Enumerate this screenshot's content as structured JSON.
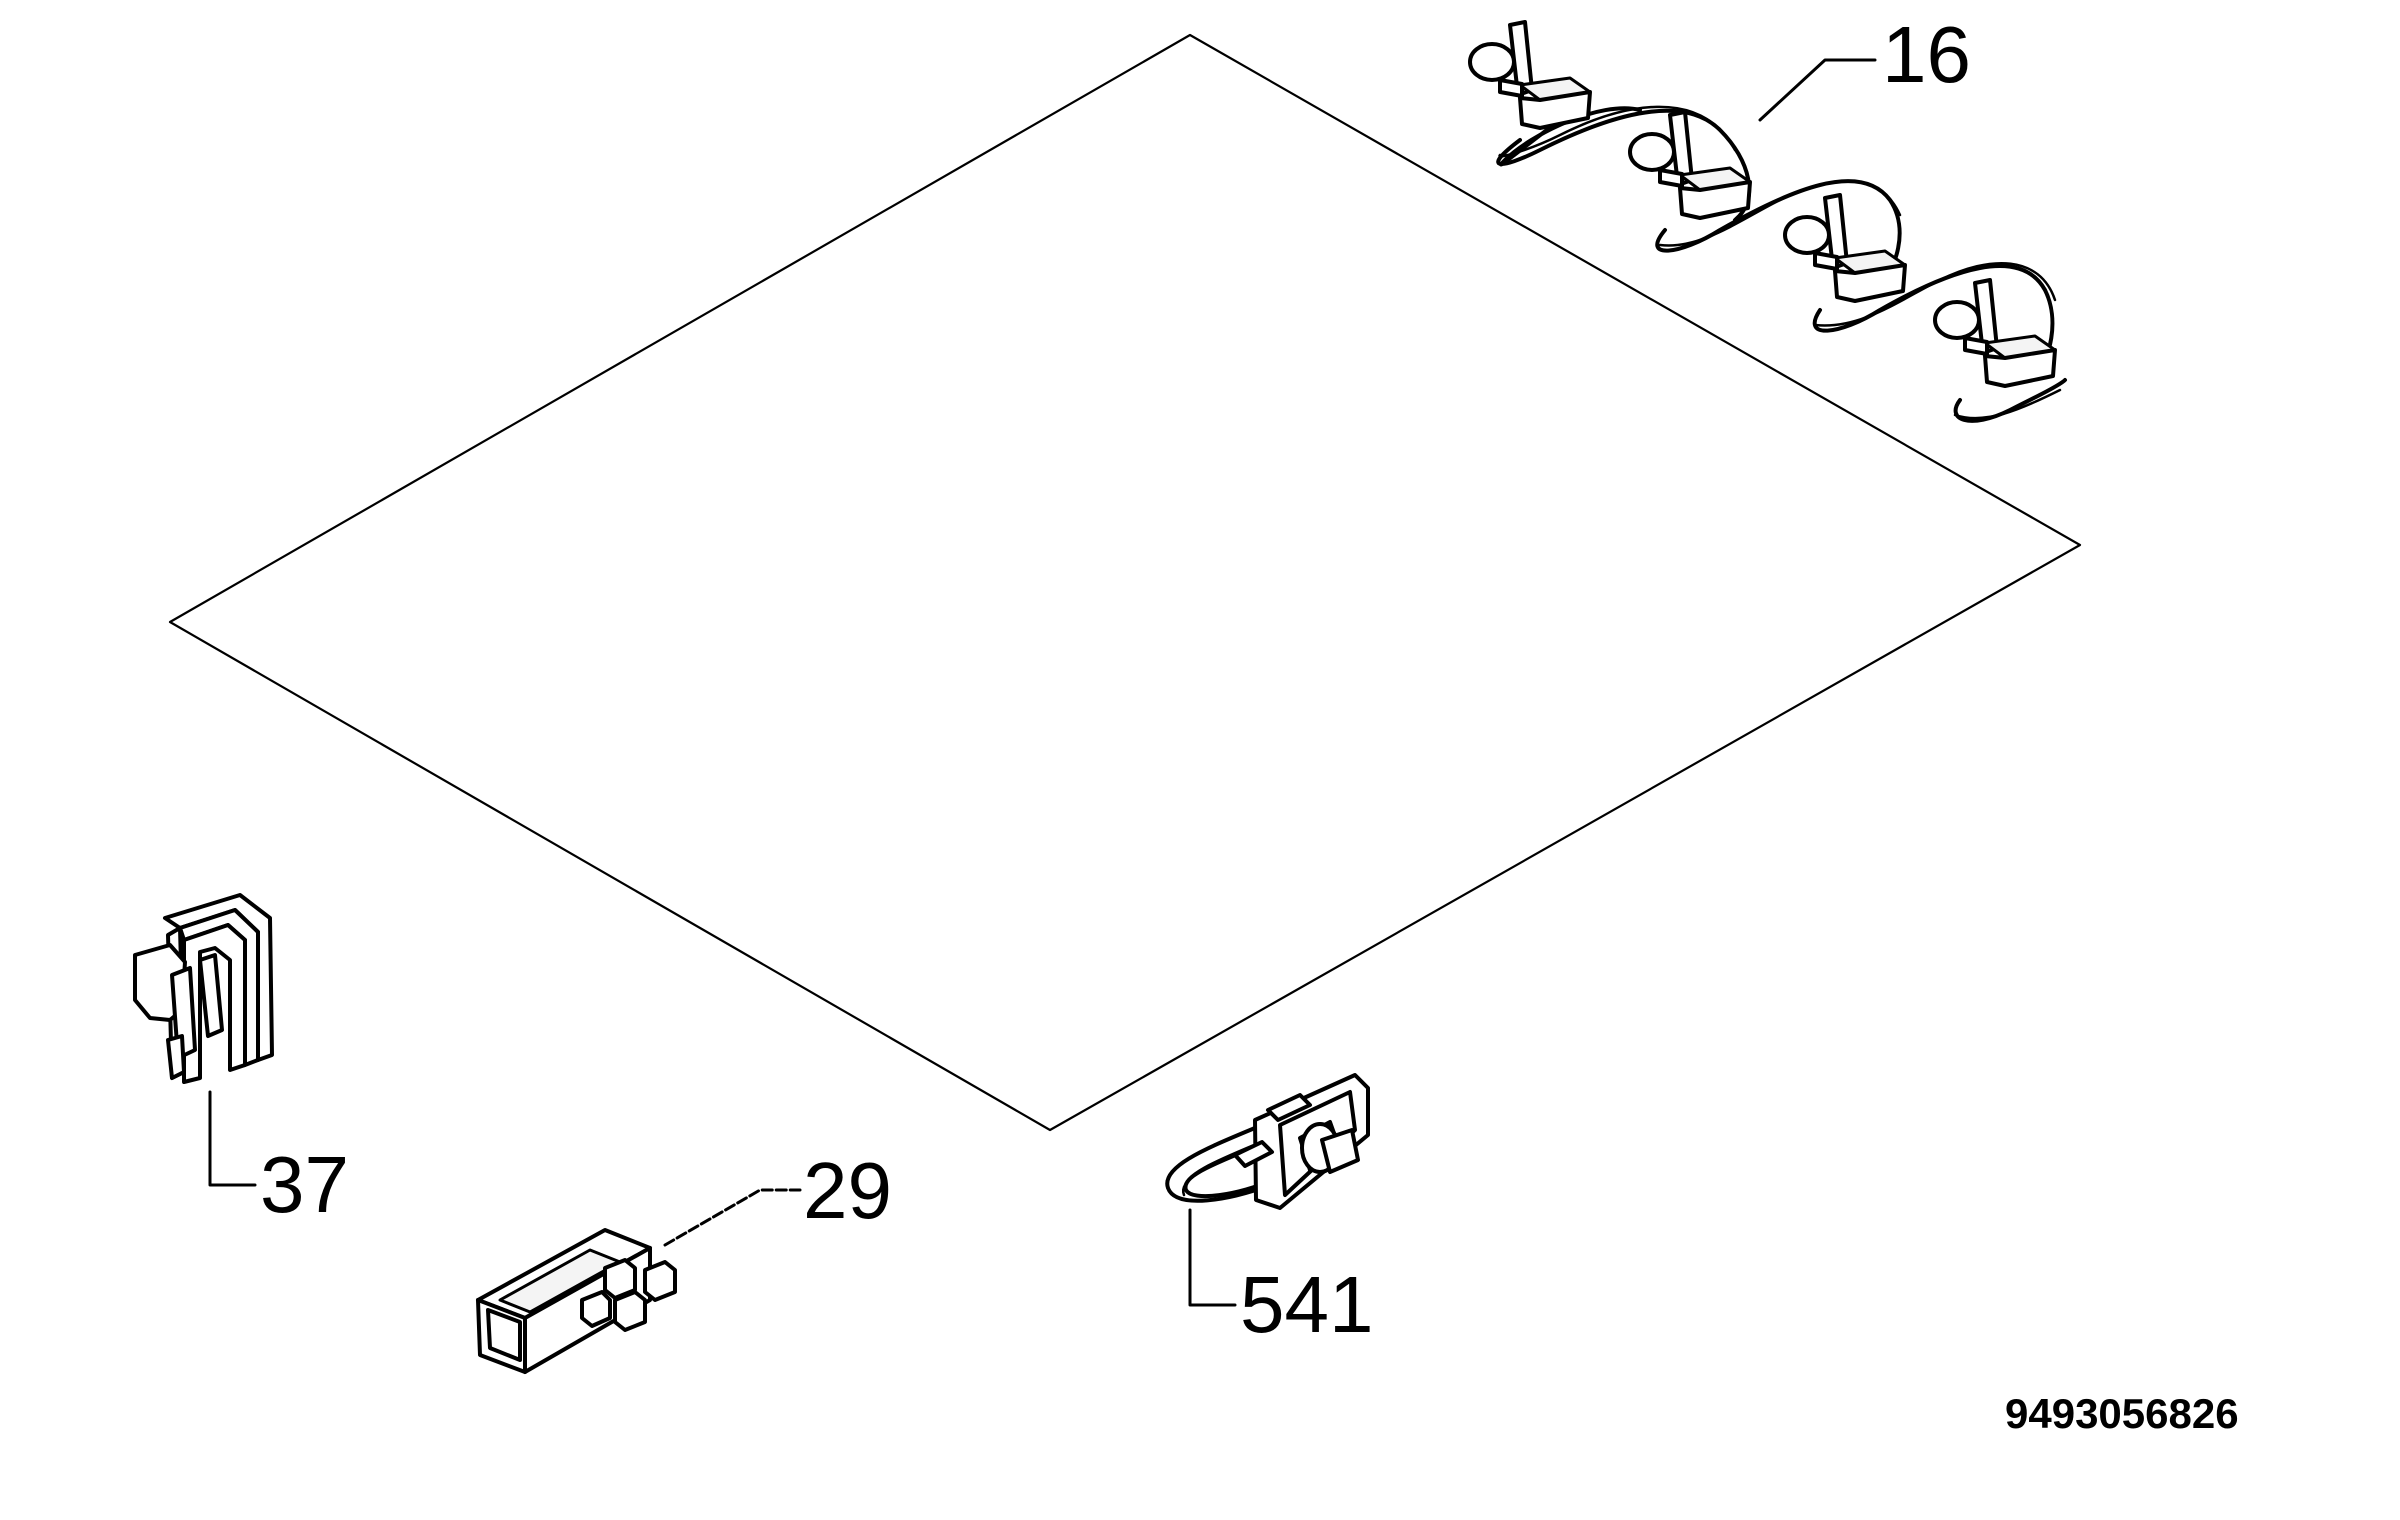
{
  "callouts": {
    "p16": "16",
    "p37": "37",
    "p29": "29",
    "p541": "541"
  },
  "document_number": "9493056826"
}
